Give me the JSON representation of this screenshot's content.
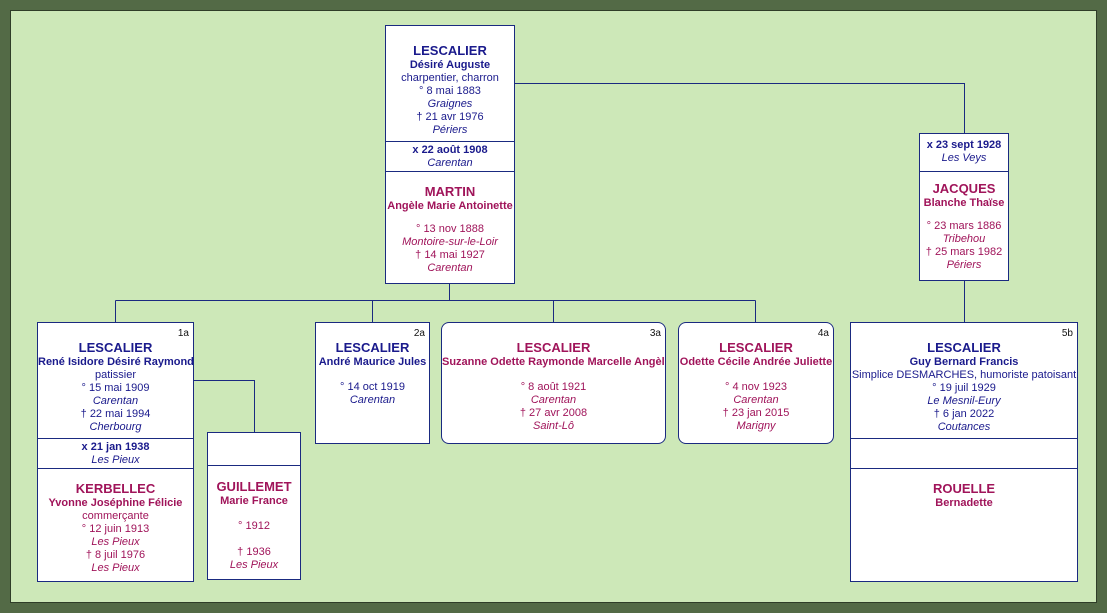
{
  "grandfather": {
    "surname": "LESCALIER",
    "given": "Désiré Auguste",
    "occupation": "charpentier, charron",
    "birth": "° 8 mai 1883",
    "birth_place": "Graignes",
    "death": "† 21 avr 1976",
    "death_place": "Périers"
  },
  "marriage1": {
    "date": "x 22 août 1908",
    "place": "Carentan"
  },
  "grandmother": {
    "surname": "MARTIN",
    "given": "Angèle Marie Antoinette",
    "birth": "° 13 nov 1888",
    "birth_place": "Montoire-sur-le-Loir",
    "death": "† 14 mai 1927",
    "death_place": "Carentan"
  },
  "marriage2": {
    "date": "x 23 sept 1928",
    "place": "Les Veys"
  },
  "second_wife": {
    "surname": "JACQUES",
    "given": "Blanche Thaïse",
    "birth": "° 23 mars 1886",
    "birth_place": "Tribehou",
    "death": "† 25 mars 1982",
    "death_place": "Périers"
  },
  "child1": {
    "tag": "1a",
    "surname": "LESCALIER",
    "given": "René Isidore Désiré Raymond",
    "occupation": "patissier",
    "birth": "° 15 mai 1909",
    "birth_place": "Carentan",
    "death": "† 22 mai 1994",
    "death_place": "Cherbourg"
  },
  "child1_marriage": {
    "date": "x 21 jan 1938",
    "place": "Les Pieux"
  },
  "child1_spouse": {
    "surname": "KERBELLEC",
    "given": "Yvonne Joséphine Félicie",
    "occupation": "commerçante",
    "birth": "° 12 juin 1913",
    "birth_place": "Les Pieux",
    "death": "† 8 juil 1976",
    "death_place": "Les Pieux"
  },
  "child1_child": {
    "surname": "GUILLEMET",
    "given": "Marie France",
    "birth": "° 1912",
    "death": "† 1936",
    "death_place": "Les Pieux"
  },
  "child2": {
    "tag": "2a",
    "surname": "LESCALIER",
    "given": "André Maurice Jules",
    "birth": "° 14 oct 1919",
    "birth_place": "Carentan"
  },
  "child3": {
    "tag": "3a",
    "surname": "LESCALIER",
    "given": "Suzanne Odette Raymonde Marcelle Angèle",
    "birth": "° 8 août 1921",
    "birth_place": "Carentan",
    "death": "† 27 avr 2008",
    "death_place": "Saint-Lô"
  },
  "child4": {
    "tag": "4a",
    "surname": "LESCALIER",
    "given": "Odette Cécile Andrée Juliette",
    "birth": "° 4 nov 1923",
    "birth_place": "Carentan",
    "death": "† 23 jan 2015",
    "death_place": "Marigny"
  },
  "child5": {
    "tag": "5b",
    "surname": "LESCALIER",
    "given": "Guy Bernard Francis",
    "occupation": "Simplice DESMARCHES, humoriste patoisant",
    "birth": "° 19 juil 1929",
    "birth_place": "Le Mesnil-Eury",
    "death": "† 6 jan 2022",
    "death_place": "Coutances"
  },
  "child5_spouse": {
    "surname": "ROUELLE",
    "given": "Bernadette"
  },
  "colors": {
    "background": "#cde8b8",
    "frame": "#536a46",
    "male": "#1a1a8c",
    "female": "#a0145a",
    "line": "#1a2a80"
  }
}
